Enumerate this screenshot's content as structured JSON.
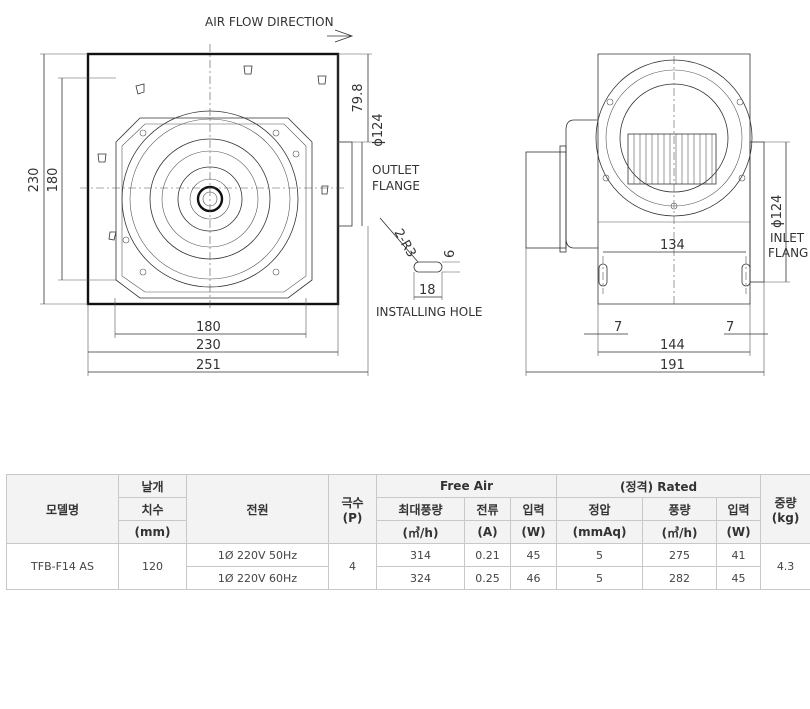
{
  "drawing": {
    "air_flow": "AIR FLOW DIRECTION",
    "outlet_flange": [
      "OUTLET",
      "FLANGE"
    ],
    "inlet_flange": [
      "INLET",
      "FLANG"
    ],
    "installing_hole": "INSTALLING HOLE",
    "front_dims": {
      "height_outer": "230",
      "height_inner": "180",
      "width_180": "180",
      "width_230": "230",
      "width_251": "251",
      "offset_79_8": "79.8",
      "outlet_dia": "ϕ124",
      "hole_r": "2-R3",
      "hole_6": "6",
      "hole_18": "18"
    },
    "side_dims": {
      "d134": "134",
      "d7_left": "7",
      "d7_right": "7",
      "d144": "144",
      "d191": "191",
      "inlet_dia": "ϕ124"
    }
  },
  "table": {
    "headers": {
      "model": "모델명",
      "blade_top": "날개",
      "blade_mid": "치수",
      "blade_unit": "(mm)",
      "power": "전원",
      "poles": "극수",
      "poles_unit": "(P)",
      "free_air": "Free Air",
      "rated": "(정격) Rated",
      "weight": "중량",
      "weight_unit": "(kg)",
      "max_flow": "최대풍량",
      "max_flow_unit": "(㎥/h)",
      "current": "전류",
      "current_unit": "(A)",
      "input1": "입력",
      "input1_unit": "(W)",
      "static": "정압",
      "static_unit": "(mmAq)",
      "flow": "풍량",
      "flow_unit": "(㎥/h)",
      "input2": "입력",
      "input2_unit": "(W)"
    },
    "model": "TFB-F14 AS",
    "blade": "120",
    "poles": "4",
    "weight": "4.3",
    "rows": [
      {
        "power": "1Ø 220V 50Hz",
        "max_flow": "314",
        "current": "0.21",
        "input": "45",
        "static": "5",
        "flow": "275",
        "rated_input": "41"
      },
      {
        "power": "1Ø 220V 60Hz",
        "max_flow": "324",
        "current": "0.25",
        "input": "46",
        "static": "5",
        "flow": "282",
        "rated_input": "45"
      }
    ]
  }
}
